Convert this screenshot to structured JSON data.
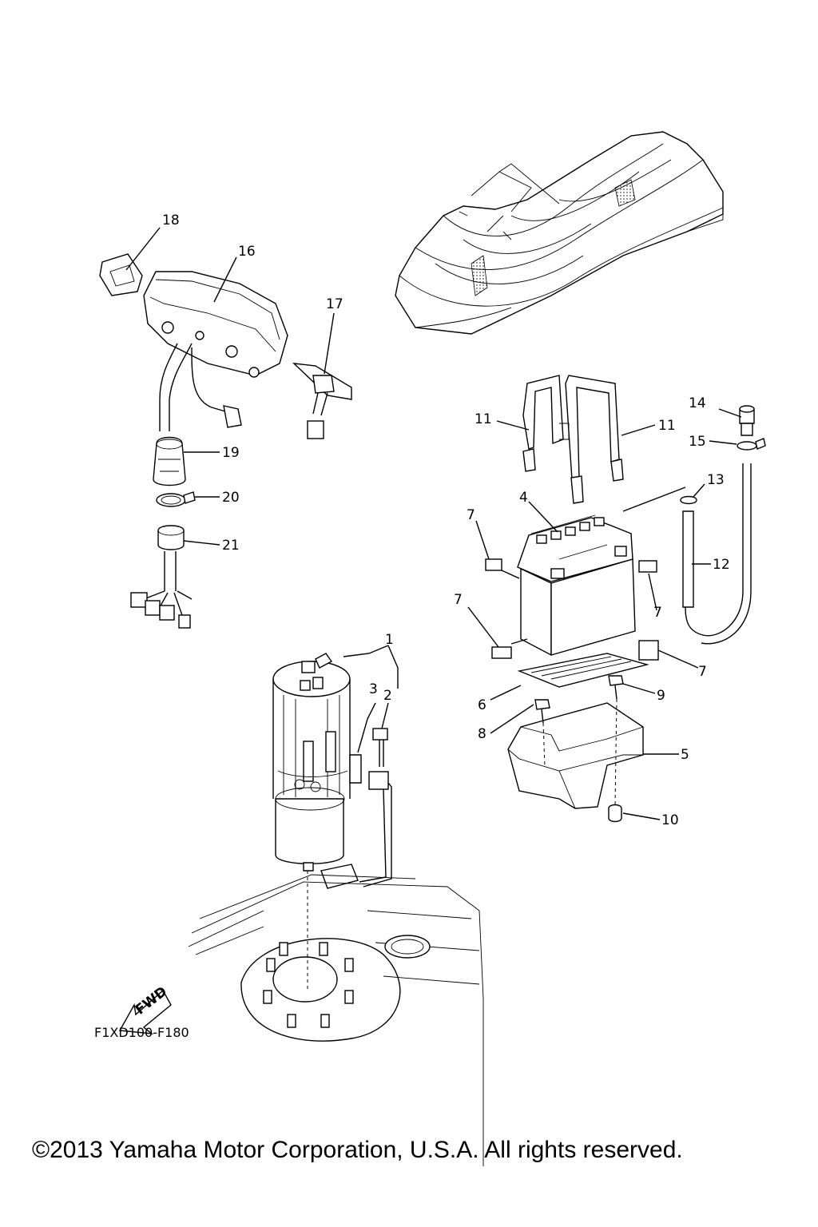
{
  "diagram": {
    "code": "F1XD100-F180",
    "fwd_label": "FWD",
    "copyright": "©2013 Yamaha Motor Corporation, U.S.A. All rights reserved.",
    "callouts": {
      "c1": "1",
      "c2": "2",
      "c3": "3",
      "c4": "4",
      "c5": "5",
      "c6": "6",
      "c7a": "7",
      "c7b": "7",
      "c7c": "7",
      "c7d": "7",
      "c8": "8",
      "c9": "9",
      "c10": "10",
      "c11a": "11",
      "c11b": "11",
      "c12": "12",
      "c13": "13",
      "c14": "14",
      "c15": "15",
      "c16": "16",
      "c17": "17",
      "c18": "18",
      "c19": "19",
      "c20": "20",
      "c21": "21"
    }
  }
}
